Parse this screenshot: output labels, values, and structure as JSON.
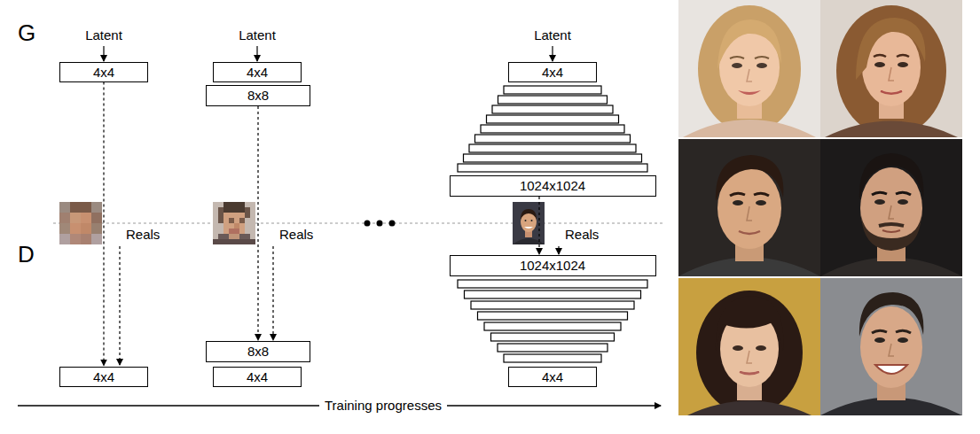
{
  "diagram": {
    "nodes": [
      {
        "text": [
          "4x4"
        ]
      },
      {
        "text": [
          "4x4"
        ]
      },
      {
        "text": [
          "4x4"
        ]
      },
      {
        "text": [
          "8x8"
        ]
      },
      {
        "text": [
          "8x8"
        ]
      },
      {
        "text": [
          "4x4"
        ]
      },
      {
        "text": [
          "4x4"
        ]
      },
      {
        "text": [
          "1024x1024"
        ]
      },
      {
        "text": [
          "1024x1024"
        ]
      },
      {
        "text": [
          "4x4"
        ]
      }
    ],
    "edges": [
      {
        "from": 0,
        "to": 1,
        "arrow": "to"
      },
      {
        "from": 3,
        "to": 4,
        "arrow": "to"
      },
      {
        "from": 7,
        "to": 8,
        "arrow": "to"
      }
    ],
    "labels": [
      "G",
      "D",
      "Latent",
      "Latent",
      "Latent",
      "Reals",
      "Reals",
      "Reals",
      "Training progresses"
    ]
  }
}
